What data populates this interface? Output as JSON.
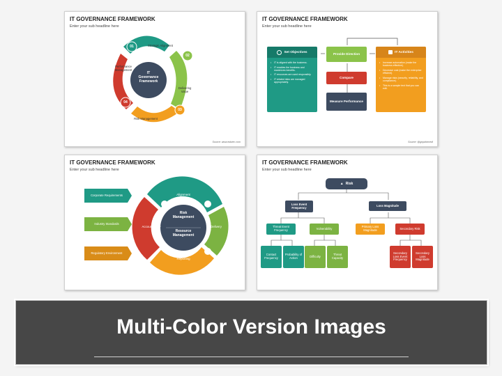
{
  "slides": [
    {
      "title": "IT GOVERNANCE FRAMEWORK",
      "subtitle": "Enter your sub headline here",
      "source": "Source: www.edutec.com",
      "center": "IT Governance Framework",
      "segments": [
        {
          "num": "01",
          "label": "Strategic Alignment"
        },
        {
          "num": "02",
          "label": "Delivering Value"
        },
        {
          "num": "03",
          "label": "Risk Management"
        },
        {
          "num": "04",
          "label": "Performance Management"
        }
      ]
    },
    {
      "title": "IT GOVERNANCE FRAMEWORK",
      "subtitle": "Enter your sub headline here",
      "source": "Source: @gnpdotmedi",
      "set_objectives": {
        "title": "Set Objectives",
        "bullets": [
          "IT is aligned with the business.",
          "IT enables the business and maximizes benefits.",
          "IT resources are used responsibly.",
          "IT related risks are managed appropriately."
        ]
      },
      "middle": [
        "Provide Direction",
        "Compare",
        "Measure Performance"
      ],
      "it_activities": {
        "title": "IT Activities",
        "bullets": [
          "Increase automation (make the business effective).",
          "Decrease cost (make the enterprise efficient).",
          "Manage risks (security, reliability, and compliance).",
          "This is a sample text that you can edit."
        ]
      }
    },
    {
      "title": "IT GOVERNANCE FRAMEWORK",
      "subtitle": "Enter your sub headline here",
      "arrows": [
        "Corporate Requirements",
        "Industry Standards",
        "Regulatory Environment"
      ],
      "center_top": "Risk Management",
      "center_bottom": "Resource Management",
      "segments": [
        "Alignment",
        "Delivery",
        "Reporting",
        "Accountability"
      ]
    },
    {
      "title": "IT GOVERNANCE FRAMEWORK",
      "subtitle": "Enter your sub headline here",
      "root": "Risk",
      "level1": [
        "Loss Event Frequency",
        "Loss Magnitude"
      ],
      "level2": [
        "Threat Event Frequency",
        "Vulnerability",
        "Primary Loss Magnitude",
        "Secondary Risk"
      ],
      "level3": [
        "Contact Frequency",
        "Probability of Action",
        "Difficulty",
        "Threat Capacity",
        "Secondary Loss Event Frequency",
        "Secondary Loss Magnitude"
      ]
    }
  ],
  "banner": {
    "text": "Multi-Color Version Images"
  },
  "colors": {
    "teal": "#1f9a85",
    "green": "#7cb342",
    "orange": "#f29e1f",
    "red": "#cf3b2e",
    "navy": "#3d4b60",
    "banner_bg": "#474747"
  }
}
